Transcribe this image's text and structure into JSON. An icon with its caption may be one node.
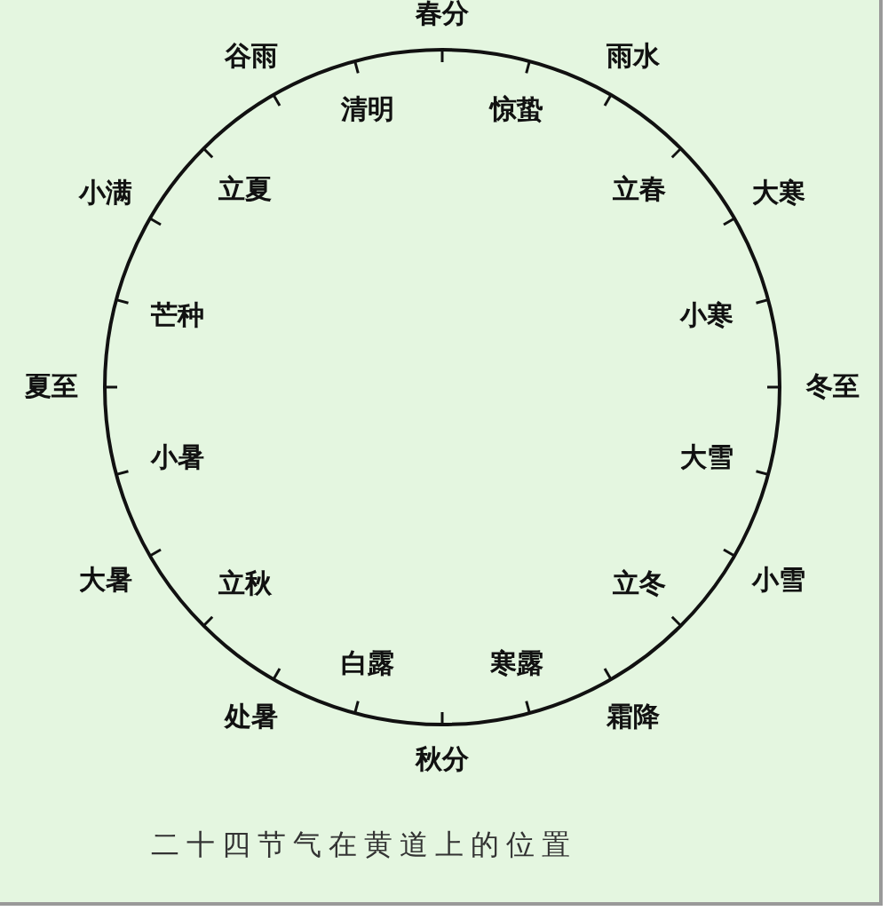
{
  "diagram": {
    "caption": "二十四节气在黄道上的位置",
    "labels": [
      "春分",
      "谷雨",
      "雨水",
      "清明",
      "惊蛰",
      "小满",
      "立夏",
      "立春",
      "大寒",
      "芒种",
      "小寒",
      "夏至",
      "冬至",
      "小暑",
      "大雪",
      "大暑",
      "立秋",
      "立冬",
      "小雪",
      "白露",
      "寒露",
      "处暑",
      "霜降",
      "秋分"
    ]
  }
}
